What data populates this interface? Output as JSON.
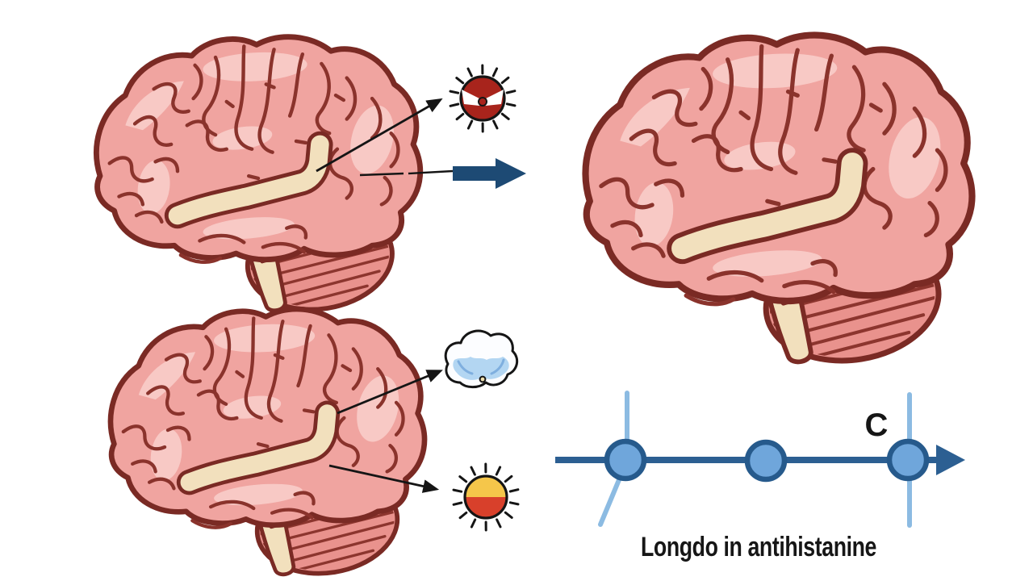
{
  "scene": {
    "background": "#ffffff",
    "stage_label": "C",
    "caption": "Longdo in antihistanine",
    "brains": [
      {
        "name": "brain-top-left",
        "description": "cartoon lateral brain, source of arrows to histamine icon and transform arrow"
      },
      {
        "name": "brain-top-right",
        "description": "large cartoon lateral brain, result after transform arrow"
      },
      {
        "name": "brain-bottom-left",
        "description": "cartoon lateral brain, source of arrows to cloud and sun icons"
      }
    ],
    "icons": [
      {
        "name": "histamine-burst-icon",
        "shape": "dark red radiating circle with white band and center knob"
      },
      {
        "name": "cloud-icon",
        "shape": "white cloud with light blue interior and small bottom notch"
      },
      {
        "name": "sun-icon",
        "shape": "radiating circle, yellow top half, red bottom half"
      }
    ],
    "transform_arrow": {
      "direction": "right"
    },
    "timeline": {
      "node_count": 3,
      "label": "C",
      "has_arrowhead": true,
      "ticks": [
        "vertical above node 1",
        "diagonal below node 1",
        "vertical through node 3"
      ]
    },
    "colors": {
      "background": "#ffffff",
      "brain_fill": "#f0a4a0",
      "brain_highlight": "#f8c9c5",
      "brain_outline": "#7a2a24",
      "sulci": "#8a332c",
      "cream": "#f2e0bd",
      "cream_light": "#f7ead0",
      "cerebellum_fill": "#e9928d",
      "cerebellum_stripe": "#8c352e",
      "arrow_black": "#151515",
      "navy_arrow": "#1d4a74",
      "timeline_line": "#2c5f92",
      "node_fill": "#6fa6db",
      "node_stroke": "#265a8c",
      "tick_blue": "#8cbbe2",
      "icon_red": "#a8241c",
      "icon_outline": "#151515",
      "band_white": "#ffffff",
      "sun_yellow": "#f5c64a",
      "sun_red": "#d8402b",
      "cloud_white": "#fcfdff",
      "cloud_blue": "#b3d6f2",
      "cloud_blue_dark": "#7fafdf",
      "cloud_notch": "#efe0ae",
      "text": "#161616"
    }
  }
}
